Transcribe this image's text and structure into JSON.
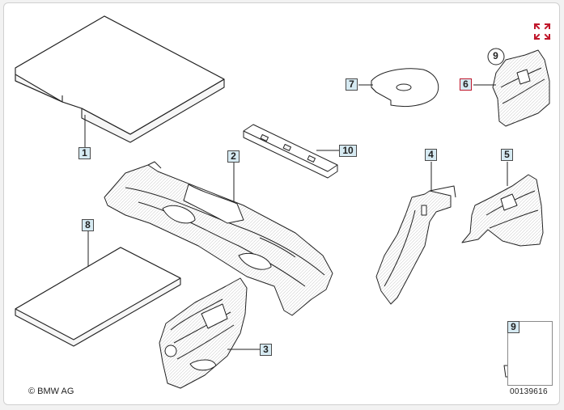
{
  "copyright": "© BMW AG",
  "diagram_ref": "00139616",
  "expand_icon": "expand-arrows-icon",
  "accent_color": "#c0172b",
  "callout_fill": "#d6eaf2",
  "callouts": [
    {
      "id": "c1",
      "label": "1"
    },
    {
      "id": "c2",
      "label": "2"
    },
    {
      "id": "c3",
      "label": "3"
    },
    {
      "id": "c4",
      "label": "4"
    },
    {
      "id": "c5",
      "label": "5"
    },
    {
      "id": "c6",
      "label": "6",
      "selected": true
    },
    {
      "id": "c7",
      "label": "7"
    },
    {
      "id": "c8",
      "label": "8"
    },
    {
      "id": "c10",
      "label": "10"
    }
  ],
  "clip_marker": "9",
  "legend_marker": "9"
}
